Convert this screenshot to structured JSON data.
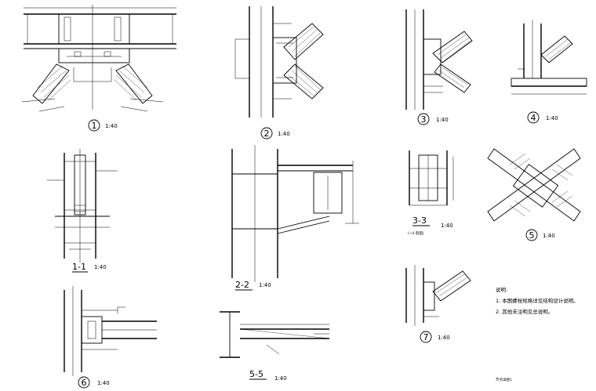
{
  "details": [
    {
      "num": "1",
      "scale": "1:40"
    },
    {
      "num": "2",
      "scale": "1:40"
    },
    {
      "num": "3",
      "scale": "1:40"
    },
    {
      "num": "4",
      "scale": "1:40"
    },
    {
      "num": "5",
      "scale": "1:40"
    },
    {
      "num": "6",
      "scale": "1:40"
    },
    {
      "num": "7",
      "scale": "1:40"
    }
  ],
  "sections": [
    {
      "label": "1-1",
      "scale": "1:40"
    },
    {
      "label": "2-2",
      "scale": "1:40"
    },
    {
      "label": "3-3",
      "scale": "1:40"
    },
    {
      "label": "5-5",
      "scale": "1:40"
    }
  ],
  "section_note": "(~4 剖面)",
  "notes": {
    "heading": "说明:",
    "items": [
      "1. 本图螺栓规格详见结构设计说明。",
      "2. 其他未注明见总说明。"
    ]
  },
  "drawing_title": "节点详图1"
}
